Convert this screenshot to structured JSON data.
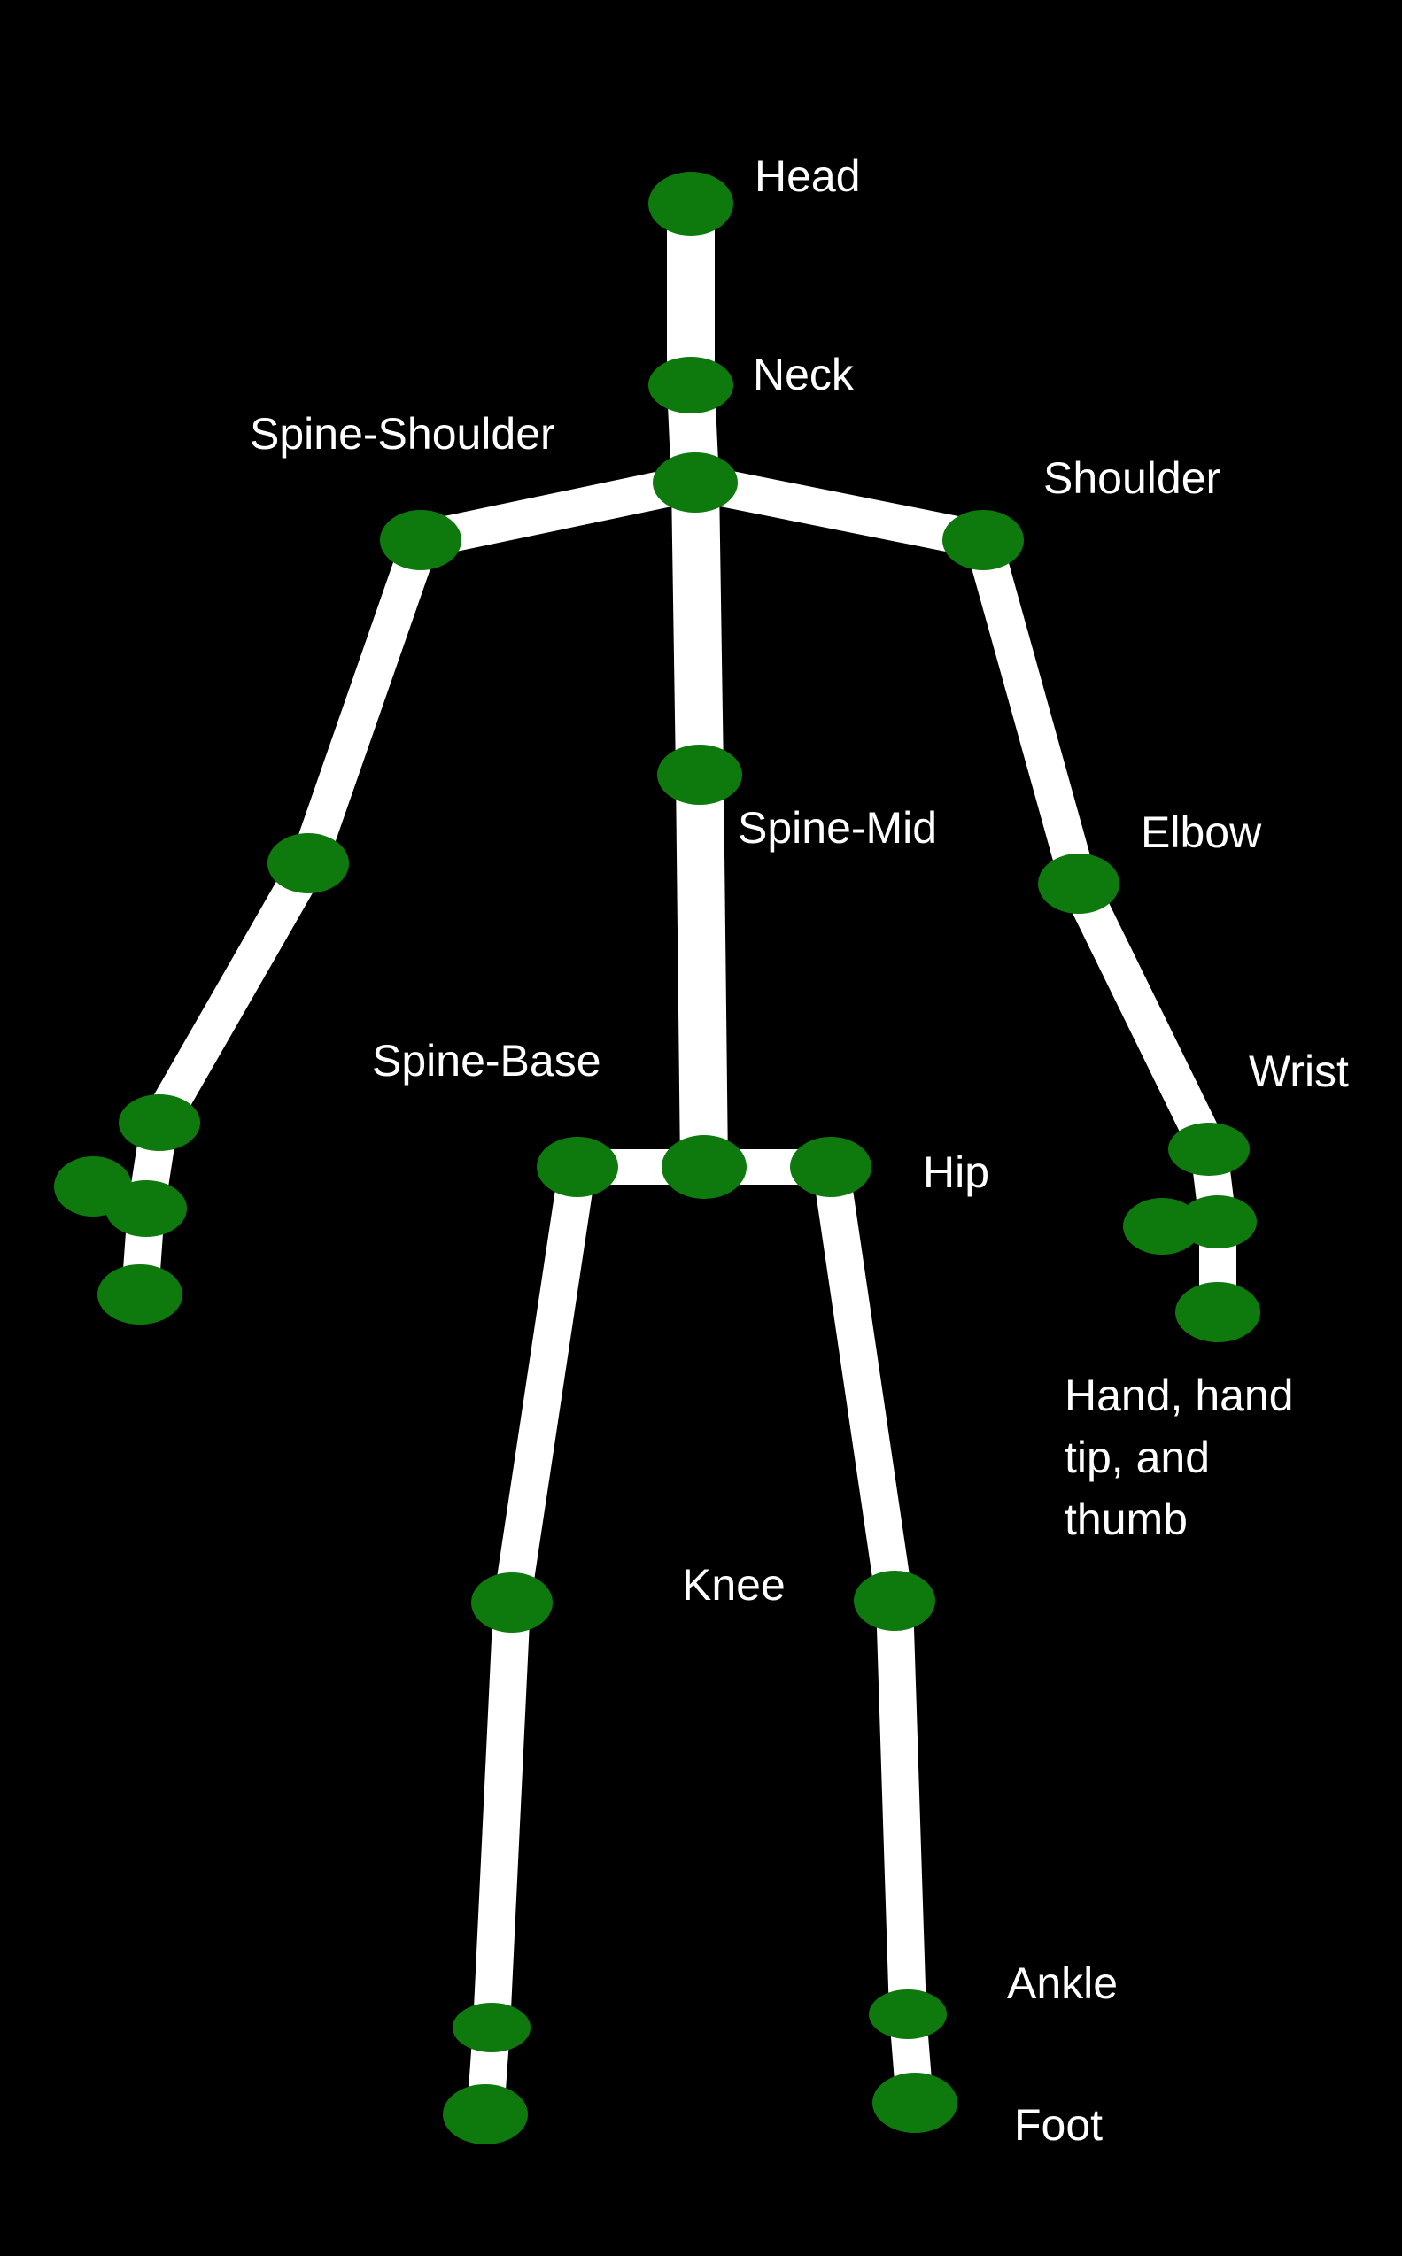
{
  "background_color": "#000000",
  "bone_color": "#FFFFFF",
  "joint_color": "#0E7A0E",
  "labels": {
    "head": "Head",
    "neck": "Neck",
    "spine_shoulder": "Spine-Shoulder",
    "shoulder": "Shoulder",
    "spine_mid": "Spine-Mid",
    "elbow": "Elbow",
    "spine_base": "Spine-Base",
    "wrist": "Wrist",
    "hip": "Hip",
    "hand_line1": "Hand, hand",
    "hand_line2": "tip, and",
    "hand_line3": "thumb",
    "knee": "Knee",
    "ankle": "Ankle",
    "foot": "Foot"
  }
}
